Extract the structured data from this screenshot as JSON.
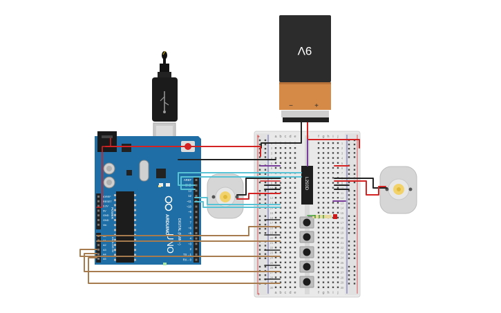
{
  "battery": {
    "label": "9V",
    "minus": "−",
    "plus": "+"
  },
  "arduino": {
    "brand": "ARDUINO",
    "model": "UNO",
    "digital_label": "DIGITAL (PWM~)",
    "power_label": "POWER",
    "analog_label": "ANALOG IN",
    "header_labels": [
      "AREF",
      "GND",
      "13",
      "12",
      "~11",
      "~10",
      "~9",
      "8",
      "7",
      "~6",
      "~5",
      "4",
      "~3",
      "2",
      "TX→1",
      "RX←0"
    ],
    "power_pins": [
      "IOREF",
      "RESET",
      "3.3V",
      "5V",
      "GND",
      "GND",
      "Vin"
    ],
    "analog_pins": [
      "A0",
      "A1",
      "A2",
      "A3",
      "A4",
      "A5"
    ],
    "reset_label": "RESET"
  },
  "chip": {
    "label": "L293D"
  },
  "breadboard": {
    "column_letters_left": [
      "a",
      "b",
      "c",
      "d",
      "e"
    ],
    "column_letters_right": [
      "f",
      "g",
      "h",
      "i",
      "j"
    ],
    "row_numbers": [
      "1",
      "2",
      "3",
      "4",
      "5",
      "6",
      "7",
      "8",
      "9",
      "10",
      "11",
      "12",
      "13",
      "14",
      "15",
      "16",
      "17",
      "18",
      "19",
      "20",
      "21",
      "22",
      "23",
      "24",
      "25",
      "26",
      "27",
      "28",
      "29",
      "30"
    ]
  },
  "colors": {
    "board_blue": "#1f6fa6",
    "wire_red": "#d42222",
    "wire_black": "#222222",
    "wire_cyan": "#59c3d6",
    "wire_brown": "#a87b4e",
    "wire_purple": "#7a3d9c",
    "wire_green": "#3a9d3a",
    "battery_copper": "#d58a48",
    "battery_black": "#2c2c2c",
    "motor_gray": "#d6d6d6",
    "motor_gear": "#f2d36b"
  }
}
